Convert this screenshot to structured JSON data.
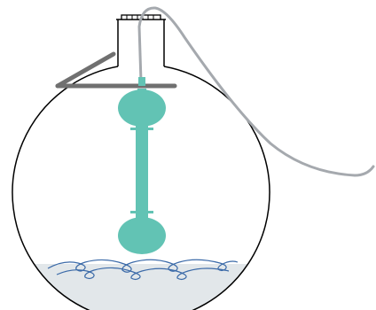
{
  "diagram": {
    "parts": [
      {
        "name": "flask",
        "color": "#000000"
      },
      {
        "name": "flask-neck",
        "color": "#000000"
      },
      {
        "name": "stopper",
        "color": "#000000"
      },
      {
        "name": "tube",
        "color": "#a5a9ae"
      },
      {
        "name": "support-shelf",
        "color": "#707070"
      },
      {
        "name": "float-device",
        "color": "#62c3b4"
      },
      {
        "name": "liquid",
        "color": "#e2e7ea"
      },
      {
        "name": "waves",
        "color": "#3b6aa8"
      }
    ]
  }
}
